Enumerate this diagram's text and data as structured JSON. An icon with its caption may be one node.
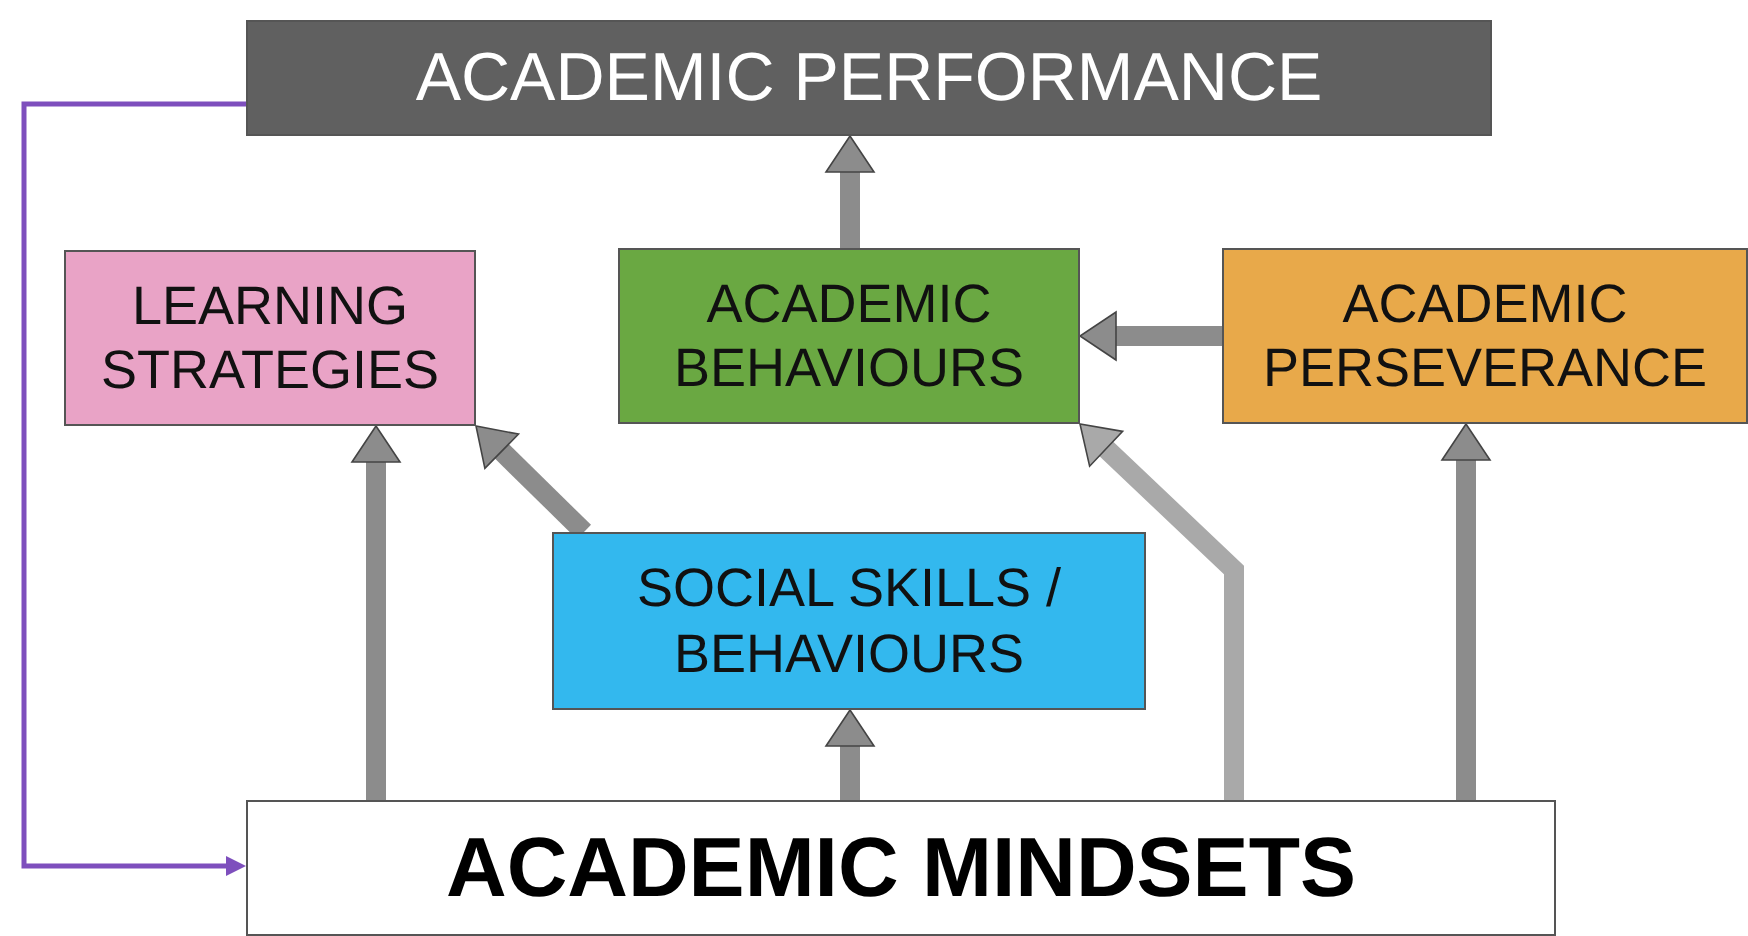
{
  "diagram": {
    "nodes": [
      {
        "text": [
          "ACADEMIC PERFORMANCE"
        ]
      },
      {
        "text": [
          "LEARNING STRATEGIES"
        ]
      },
      {
        "text": [
          "ACADEMIC BEHAVIOURS"
        ]
      },
      {
        "text": [
          "ACADEMIC PERSEVERANCE"
        ]
      },
      {
        "text": [
          "SOCIAL SKILLS / BEHAVIOURS"
        ]
      },
      {
        "text": [
          "ACADEMIC MINDSETS"
        ]
      }
    ],
    "edges": [
      {
        "from": 2,
        "to": 0,
        "arrow": "to"
      },
      {
        "from": 3,
        "to": 2,
        "arrow": "to"
      },
      {
        "from": 4,
        "to": 1,
        "arrow": "to"
      },
      {
        "from": 5,
        "to": 4,
        "arrow": "to"
      },
      {
        "from": 5,
        "to": 1,
        "arrow": "to"
      },
      {
        "from": 5,
        "to": 2,
        "arrow": "to",
        "color": "#a9a9a9"
      },
      {
        "from": 5,
        "to": 3,
        "arrow": "to"
      },
      {
        "from": 0,
        "to": 5,
        "arrow": "to",
        "color": "#7e4fbd"
      }
    ]
  }
}
